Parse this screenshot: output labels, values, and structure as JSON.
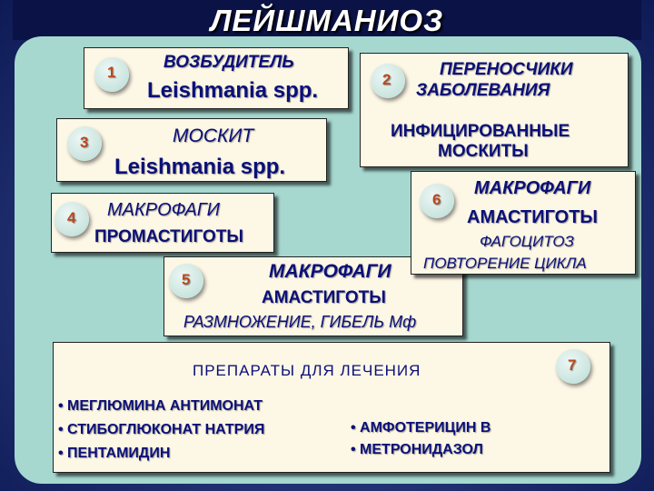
{
  "title": "ЛЕЙШМАНИОЗ",
  "box1": {
    "number": "1",
    "line1": "ВОЗБУДИТЕЛЬ",
    "line2": "Leishmania spp."
  },
  "box2": {
    "number": "2",
    "line1": "ПЕРЕНОСЧИКИ",
    "line2": "ЗАБОЛЕВАНИЯ"
  },
  "box3": {
    "number": "3",
    "line1": "МОСКИТ",
    "line2": "Leishmania spp."
  },
  "box_infected": {
    "line1": "ИНФИЦИРОВАННЫЕ",
    "line2": "МОСКИТЫ"
  },
  "box4": {
    "number": "4",
    "line1": "МАКРОФАГИ",
    "line2": "ПРОМАСТИГОТЫ"
  },
  "box5": {
    "number": "5",
    "line1": "МАКРОФАГИ",
    "line2": "АМАСТИГОТЫ",
    "line3": "РАЗМНОЖЕНИЕ, ГИБЕЛЬ Мф"
  },
  "box6": {
    "number": "6",
    "line1": "МАКРОФАГИ",
    "line2": "АМАСТИГОТЫ",
    "line3": "ФАГОЦИТОЗ",
    "line4": "ПОВТОРЕНИЕ ЦИКЛА"
  },
  "box7": {
    "number": "7",
    "heading": "ПРЕПАРАТЫ ДЛЯ ЛЕЧЕНИЯ",
    "left_items": [
      "• МЕГЛЮМИНА АНТИМОНАТ",
      "• СТИБОГЛЮКОНАТ НАТРИЯ",
      "• ПЕНТАМИДИН"
    ],
    "right_items": [
      "• АМФОТЕРИЦИН В",
      "• МЕТРОНИДАЗОЛ"
    ]
  }
}
